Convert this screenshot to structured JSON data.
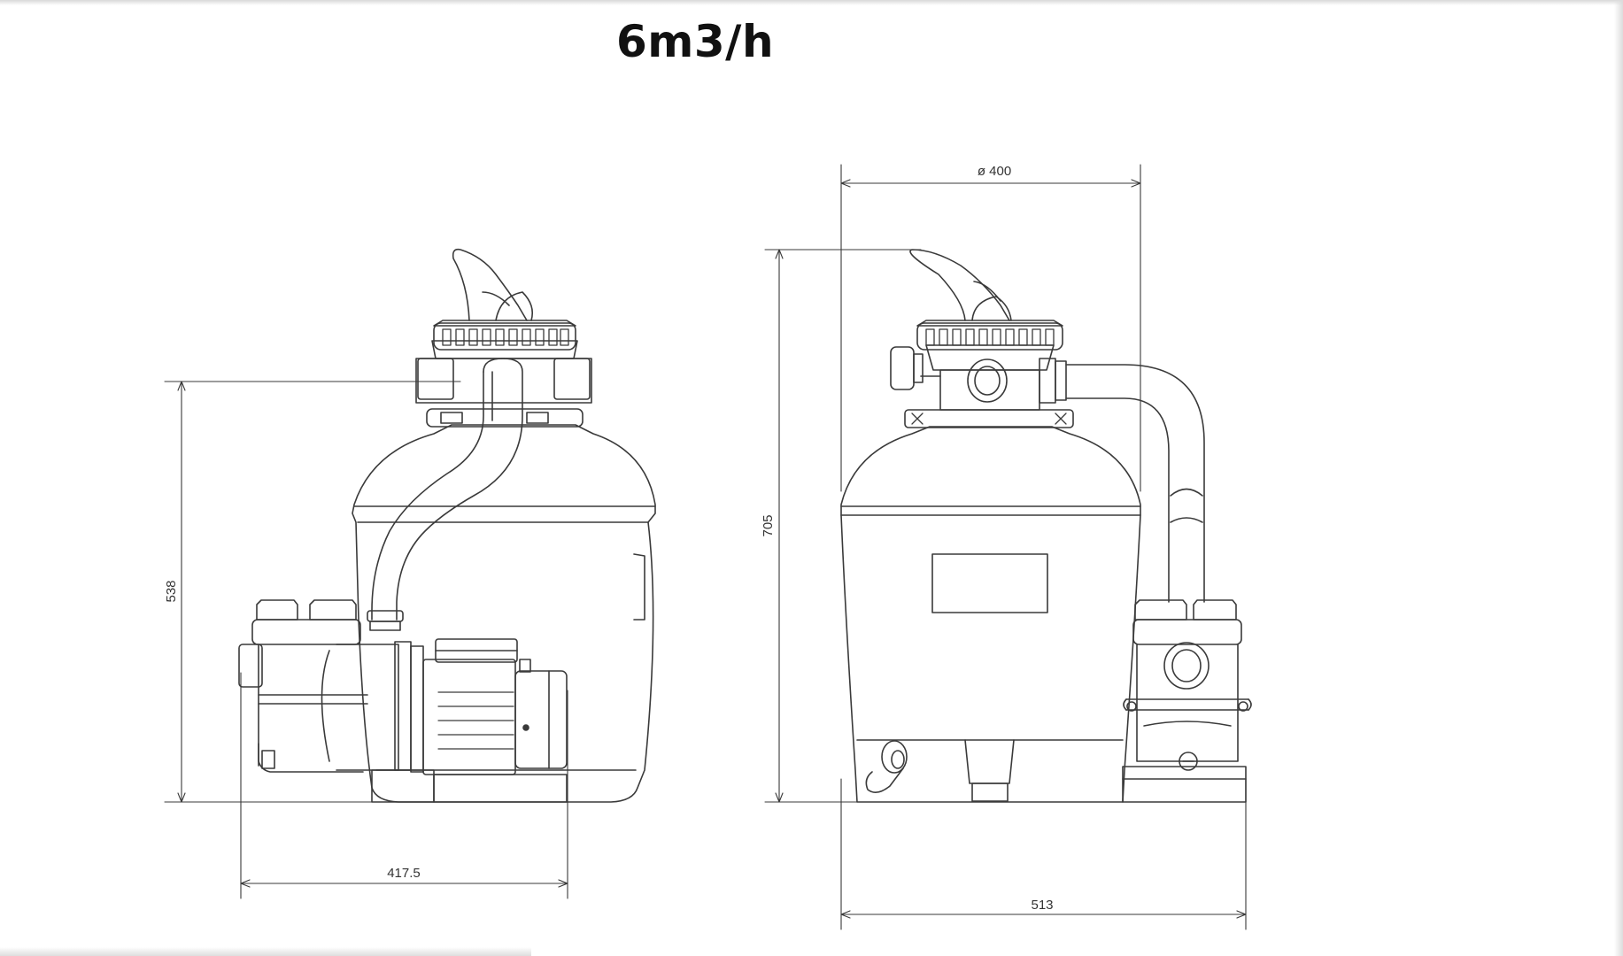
{
  "title": "6m3/h",
  "dimensions": {
    "diameter": "ø 400",
    "height_side": "538",
    "height_front": "705",
    "width_side": "417.5",
    "width_front": "513"
  }
}
